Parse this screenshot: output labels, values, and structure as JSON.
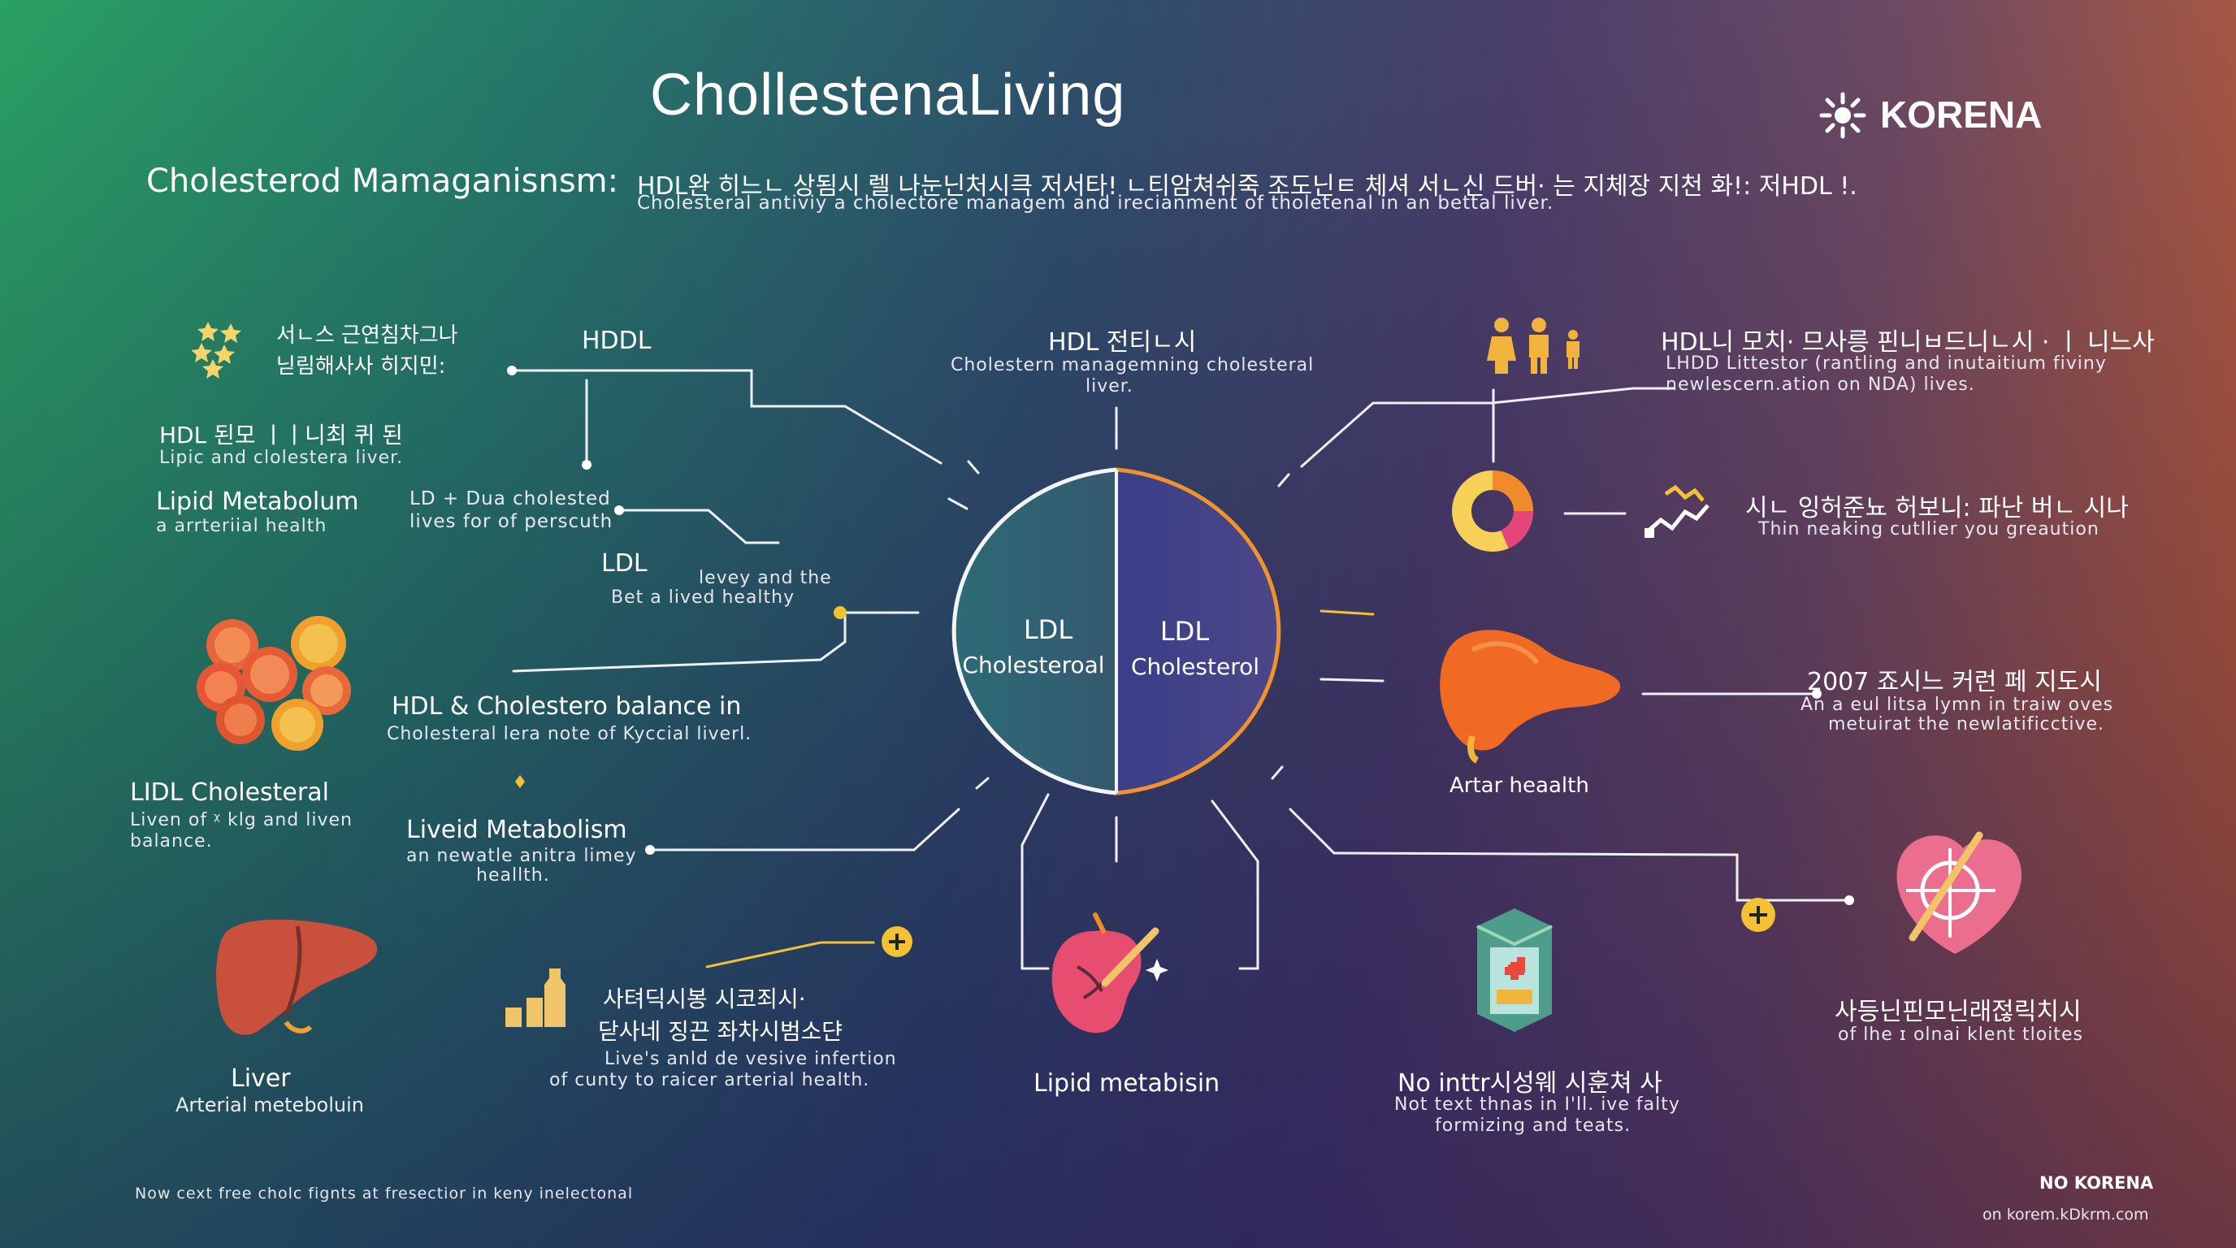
{
  "header": {
    "title": "ChollestenaLiving",
    "logo_text": "KORENA",
    "section_label": "Cholesterod Mamaganisnsm:",
    "section_korean": "HDL완 히느ㄴ 상됨시 렐 나눈닌처시큭 저서타! ㄴ티암쳐쉬죽 조도닌ㅌ 체셔 서ㄴ신 드버· 는 지체장 지천 화!: 저HDL !.",
    "section_sub": "Cholesteral antiviy a cholectore managem and irecianment of tholetenal in an bettal liver."
  },
  "center": {
    "left_label_1": "LDL",
    "left_label_2": "Cholesteroal",
    "right_label_1": "LDL",
    "right_label_2": "Cholesterol"
  },
  "left_column": {
    "block1_korean_1": "서ㄴ스 근연침차그나",
    "block1_korean_2": "닏림해사사 히지민:",
    "hddl": "HDDL",
    "hdl_korean": "HDL 된모  ㅣㅣ니최 퀴 된",
    "hdl_sub": "Lipic and clolestera liver.",
    "lipid_title": "Lipid Metabolum",
    "lipid_sub": "a arrteriial health",
    "ld_dua_1": "LD + Dua cholested",
    "ld_dua_2": "lives for of perscuth",
    "ldl_title": "LDL",
    "ldl_sub_1": "levey and the",
    "ldl_sub_2": "Bet a lived healthy",
    "balance_title": "HDL & Cholestero balance in",
    "balance_sub": "Cholesteral lera note of Kyccial liverl.",
    "lidl_title": "LIDL Cholesteral",
    "lidl_sub_1": "Liven of ᵡ klg and liven",
    "lidl_sub_2": "balance.",
    "liveid_title": "Liveid Metabolism",
    "liveid_sub_1": "an newatle anitra limey",
    "liveid_sub_2": "heallth.",
    "liver_title": "Liver",
    "liver_sub": "Arterial meteboluin",
    "bottle_korean_1": "사텨딕시봉 시코죄시·",
    "bottle_korean_2": "닫사네 징끈 좌차시범소댠",
    "bottle_sub_1": "Live's anld de vesive infertion",
    "bottle_sub_2": "of cunty to raicer arterial health."
  },
  "top_middle": {
    "title": "HDL  전티ㄴ시",
    "sub_1": "Cholestern managemning cholesteral",
    "sub_2": "liver."
  },
  "bottom_middle": {
    "lipid_label": "Lipid metabisin",
    "no_intr_title": "No inttr시성웨 시훈쳐 사",
    "no_intr_sub_1": "Not text thnas in I'll. ive falty",
    "no_intr_sub_2": "formizing and teats."
  },
  "right_column": {
    "people_korean": "HDL니 모치· 므사릉 핀니ㅂ드니ㄴ시 · ㅣ 니느사",
    "people_sub_1": "LHDD Littestor (rantling and inutaitium fiviny",
    "people_sub_2": "newlescern.ation on NDA) lives.",
    "donut_korean": "시ㄴ 잉허준뇨 허보니: 파난 버ㄴ 시나",
    "donut_sub": "Thin neaking cutllier you greaution",
    "organ_label": "Artar heaalth",
    "year_title": "2007 죠시느 커런 페 지도시",
    "year_sub_1": "An a eul litsa lymn in traiw oves",
    "year_sub_2": "metuirat the newlatificctive.",
    "heart_korean": "사등닌핀모닌래젆릭치시",
    "heart_sub": "of lhe ɪ olnai klent tloites"
  },
  "footer": {
    "left_note": "Now cext free cholc fignts at fresectior in keny inelectonal",
    "brand": "NO KORENA",
    "url": "on korem.kDkrm.com"
  },
  "colors": {
    "accent_yellow": "#f2c233",
    "accent_orange": "#f08a2a",
    "line_white": "#f3f3f7",
    "left_half": "#2f6b78",
    "right_half": "#3c3f86"
  }
}
